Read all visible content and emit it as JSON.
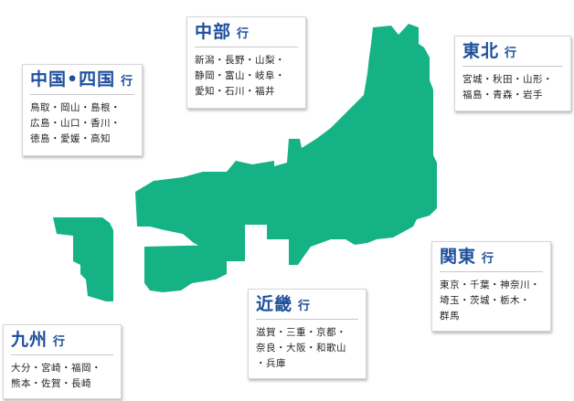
{
  "map": {
    "land_color": "#14b284"
  },
  "regions": {
    "chubu": {
      "name": "中部",
      "suffix": "行",
      "prefectures": "新潟・長野・山梨・\n静岡・富山・岐阜・\n愛知・石川・福井"
    },
    "tohoku": {
      "name": "東北",
      "suffix": "行",
      "prefectures": "宮城・秋田・山形・\n福島・青森・岩手"
    },
    "chugoku": {
      "name": "中国•四国",
      "suffix": "行",
      "prefectures": "鳥取・岡山・島根・\n広島・山口・香川・\n徳島・愛媛・高知"
    },
    "kanto": {
      "name": "関東",
      "suffix": "行",
      "prefectures": "東京・千葉・神奈川・\n埼玉・茨城・栃木・\n群馬"
    },
    "kinki": {
      "name": "近畿",
      "suffix": "行",
      "prefectures": "滋賀・三重・京都・\n奈良・大阪・和歌山\n・兵庫"
    },
    "kyushu": {
      "name": "九州",
      "suffix": "行",
      "prefectures": "大分・宮崎・福岡・\n熊本・佐賀・長崎"
    }
  },
  "colors": {
    "title": "#1d4f9c",
    "text": "#222222",
    "card_border": "#d6d6d6"
  }
}
